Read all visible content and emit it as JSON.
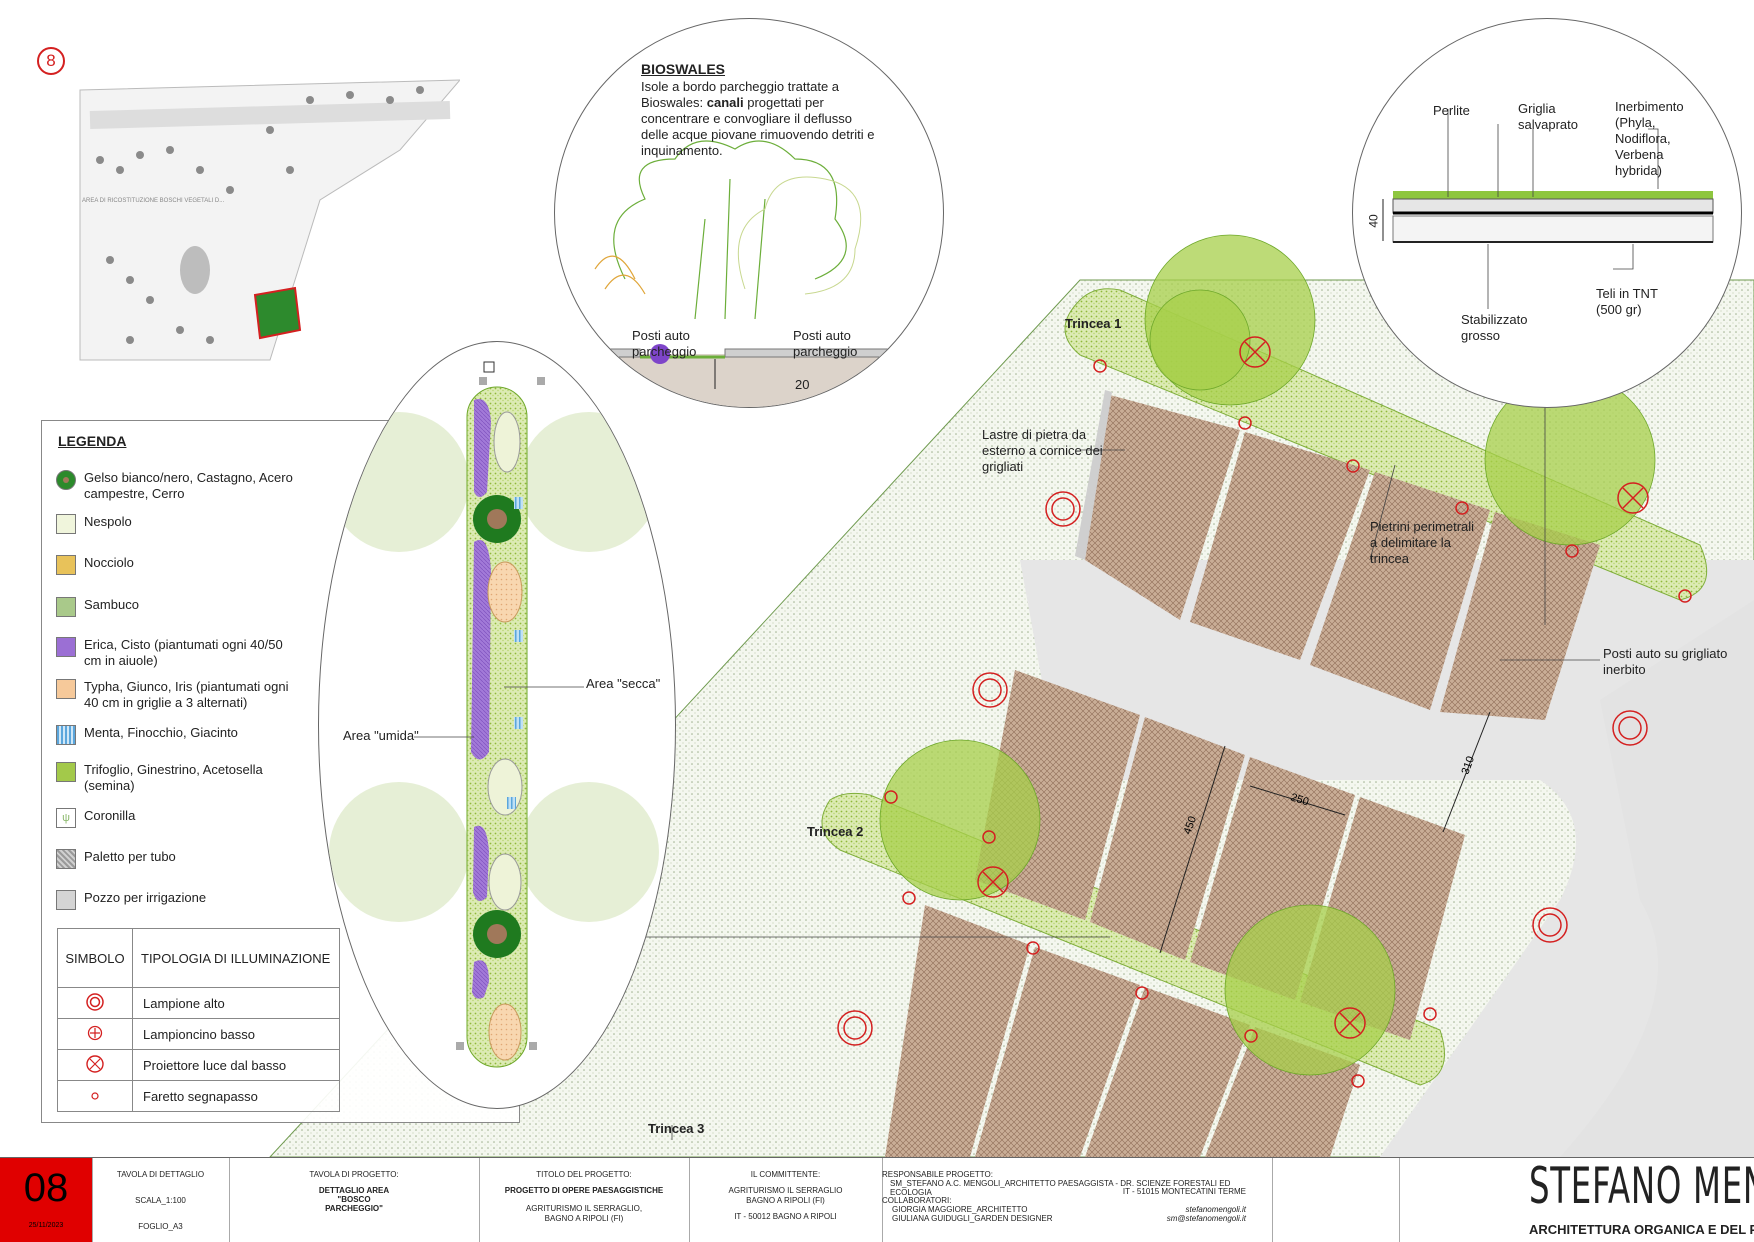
{
  "sheet_marker": "8",
  "bioswales": {
    "title": "BIOSWALES",
    "desc_pre": "Isole a bordo parcheggio trattate a Bioswales: ",
    "desc_bold": "canali",
    "desc_post": " progettati per concentrare e convogliare il deflusso delle acque piovane rimuovendo detriti e inquinamento.",
    "left_parking": "Posti auto parcheggio",
    "right_parking": "Posti auto parcheggio",
    "depth": "20"
  },
  "section": {
    "perlite": "Perlite",
    "griglia": "Griglia salvaprato",
    "inerbimento": "Inerbimento (Phyla, Nodiflora, Verbena hybrida)",
    "stabilizzato": "Stabilizzato grosso",
    "teli": "Teli in TNT (500 gr)",
    "depth": "40"
  },
  "legend": {
    "title": "LEGENDA",
    "items": [
      {
        "label": "Gelso bianco/nero, Castagno, Acero campestre, Cerro",
        "swatch": "tree",
        "color": "#1f7a1f"
      },
      {
        "label": "Nespolo",
        "swatch": "dots",
        "color": "#eef3d8"
      },
      {
        "label": "Nocciolo",
        "swatch": "dots-orange",
        "color": "#e8c25a"
      },
      {
        "label": "Sambuco",
        "swatch": "dots-green",
        "color": "#a9c98a"
      },
      {
        "label": "Erica, Cisto (piantumati ogni 40/50 cm in aiuole)",
        "swatch": "purple",
        "color": "#9b6fd4"
      },
      {
        "label": "Typha, Giunco, Iris (piantumati ogni 40 cm in griglie a 3 alternati)",
        "swatch": "peach",
        "color": "#f6c99a"
      },
      {
        "label": "Menta, Finocchio, Giacinto",
        "swatch": "blue",
        "color": "#7ab8e8"
      },
      {
        "label": "Trifoglio, Ginestrino, Acetosella (semina)",
        "swatch": "green",
        "color": "#a3c94a"
      },
      {
        "label": "Coronilla",
        "swatch": "coronilla",
        "color": "#ffffff"
      },
      {
        "label": "Paletto per tubo",
        "swatch": "grey-x",
        "color": "#9a9a9a"
      },
      {
        "label": "Pozzo per irrigazione",
        "swatch": "grey",
        "color": "#d4d4d4"
      }
    ],
    "table": {
      "col_symbol": "SIMBOLO",
      "col_type": "TIPOLOGIA DI ILLUMINAZIONE",
      "rows": [
        {
          "label": "Lampione alto",
          "symbol": "double-circle"
        },
        {
          "label": "Lampioncino basso",
          "symbol": "circle-plus"
        },
        {
          "label": "Proiettore luce dal basso",
          "symbol": "circle-x"
        },
        {
          "label": "Faretto segnapasso",
          "symbol": "small-circle"
        }
      ]
    }
  },
  "detail": {
    "area_secca": "Area \"secca\"",
    "area_umida": "Area \"umida\""
  },
  "plan": {
    "trincea1": "Trincea 1",
    "trincea2": "Trincea 2",
    "trincea3": "Trincea 3",
    "lastre": "Lastre di pietra da esterno a cornice dei grigliati",
    "pietrini": "Pietrini perimetrali a delimitare la trincea",
    "posti_auto": "Posti auto su grigliato inerbito",
    "dim_310": "310",
    "dim_450": "450",
    "dim_250": "250"
  },
  "inset_map": {
    "area_label": "AREA DI RICOSTITUZIONE BOSCHI VEGETALI D..."
  },
  "title_block": {
    "sheet_number": "08",
    "date": "25/11/2023",
    "tavola_dettaglio": "TAVOLA DI DETTAGLIO",
    "scala": "SCALA_1:100",
    "foglio": "FOGLIO_A3",
    "tavola_progetto_label": "TAVOLA DI PROGETTO:",
    "tavola_progetto_value": "DETTAGLIO AREA \"BOSCO PARCHEGGIO\"",
    "titolo_label": "TITOLO DEL PROGETTO:",
    "titolo_value": "PROGETTO DI OPERE PAESAGGISTICHE",
    "titolo_sub1": "AGRITURISMO IL SERRAGLIO,",
    "titolo_sub2": "BAGNO A RIPOLI (FI)",
    "committente_label": "IL COMMITTENTE:",
    "committente_1": "AGRITURISMO IL SERRAGLIO",
    "committente_2": "BAGNO A RIPOLI (FI)",
    "committente_3": "IT - 50012 BAGNO A RIPOLI",
    "responsabile_label": "RESPONSABILE PROGETTO:",
    "responsabile_value": "SM_STEFANO A.C. MENGOLI_ARCHITETTO PAESAGGISTA - DR. SCIENZE FORESTALI ED ECOLOGIA",
    "responsabile_city": "IT - 51015 MONTECATINI TERME",
    "collaboratori_label": "COLLABORATORI:",
    "collab_1": "GIORGIA MAGGIORE_ARCHITETTO",
    "collab_2": "GIULIANA GUIDUGLI_GARDEN DESIGNER",
    "web": "stefanomengoli.it",
    "email": "sm@stefanomengoli.it",
    "brand_name": "STEFANO MENGOLI",
    "brand_sub": "ARCHITETTURA ORGANICA E DEL PAESAGGIO",
    "red": "#e00000"
  }
}
